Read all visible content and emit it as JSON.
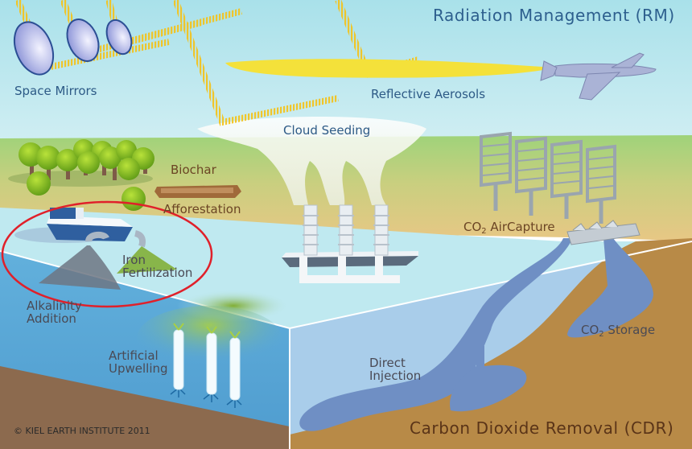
{
  "figure": {
    "title_rm": "Radiation Management (RM)",
    "title_cdr": "Carbon Dioxide Removal (CDR)",
    "copyright": "© KIEL EARTH INSTITUTE 2011",
    "highlight": {
      "target": "Iron Fertilization",
      "shape": "ellipse",
      "color": "#e0202a"
    }
  },
  "labels": {
    "space_mirrors": "Space Mirrors",
    "reflective_aerosols": "Reflective Aerosols",
    "cloud_seeding": "Cloud Seeding",
    "biochar": "Biochar",
    "afforestation": "Afforestation",
    "co2_aircapture_prefix": "CO",
    "co2_aircapture_sub": "2",
    "co2_aircapture_suffix": " AirCapture",
    "iron_line1": "Iron",
    "iron_line2": "Fertilization",
    "alkalinity_line1": "Alkalinity",
    "alkalinity_line2": "Addition",
    "upwelling_line1": "Artificial",
    "upwelling_line2": "Upwelling",
    "direct_line1": "Direct",
    "direct_line2": "Injection",
    "co2_storage_prefix": "CO",
    "co2_storage_sub": "2",
    "co2_storage_suffix": " Storage"
  },
  "colors": {
    "sky_top": "#a9e1ea",
    "sky_bottom": "#dff2f6",
    "land_green": "#9fd37a",
    "land_sand": "#e6c583",
    "sea_surface": "#bfe9f0",
    "sea_depth": "#5aa7d6",
    "sea_depth_right": "#a9cdea",
    "seabed": "#8c6a4e",
    "ground_right": "#b88a47",
    "co2_blue": "#6f8fc4",
    "sunbeam": "#f2c421",
    "aerosol": "#f4e13a"
  }
}
